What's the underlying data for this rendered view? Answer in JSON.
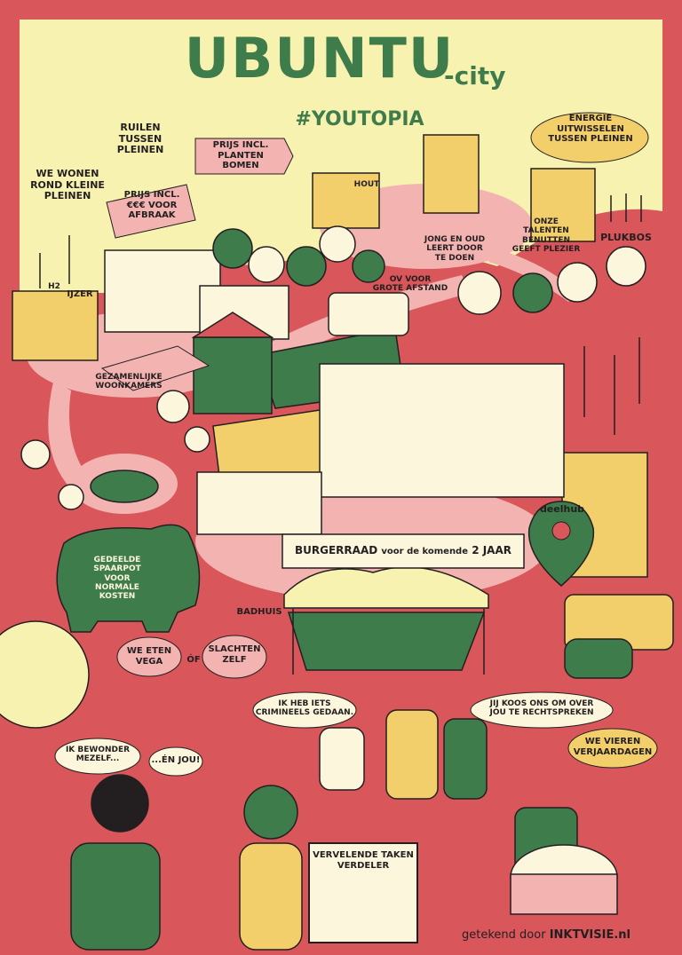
{
  "title": "UBUNTU",
  "title_suffix": "-city",
  "hashtag": "#youtopia",
  "labels": {
    "ruilen": "RUILEN\nTUSSEN\nPLEINEN",
    "prijs_planten": "PRIJS INCL.\nPLANTEN\nBOMEN",
    "prijs_afbraak": "PRIJS INCL.\n€€€ VOOR\nAFBRAAK",
    "we_wonen": "WE WONEN\nROND KLEINE\nPLEINEN",
    "energie": "ENERGIE\nUITWISSELEN\nTUSSEN PLEINEN",
    "hout": "HOUT",
    "h2": "H2",
    "ijzer": "IJZER",
    "jong_oud": "JONG EN OUD\nLEERT DOOR\nTE DOEN",
    "talenten": "ONZE\nTALENTEN\nBENUTTEN\nGEEFT PLEZIER",
    "plukbos": "PLUKBOS",
    "ov": "OV VOOR\nGROTE AFSTAND",
    "woonkamers": "GEZAMENLIJKE\nWOONKAMERS",
    "deelhub": "deelhub",
    "burgerraad_prefix": "BURGERRAAD",
    "burgerraad_mid": "voor de komende",
    "burgerraad_suffix": "2 JAAR",
    "spaarpot": "GEDEELDE\nSPAARPOT\nVOOR\nNORMALE\nKOSTEN",
    "badhuis": "BADHUIS",
    "vega": "WE ETEN\nVEGA",
    "of": "ÓF",
    "slachten": "SLACHTEN\nZELF",
    "crimineels": "IK HEB IETS\nCRIMINEELS GEDAAN.",
    "rechtspreken": "JIJ KOOS ONS OM OVER\nJOU TE RECHTSPREKEN",
    "bewonder": "IK BEWONDER\nMEZELF...",
    "en_jou": "...ÉN JOU!",
    "vieren": "WE VIEREN\nVERJAARDAGEN",
    "taken": "VERVELENDE TAKEN\nVERDELER",
    "credit_prefix": "getekend door",
    "credit_brand": "INKTVISIE.nl"
  },
  "colors": {
    "background": "#d9565a",
    "sky": "#f8f2b0",
    "green": "#3f7c4b",
    "pink": "#f2b3b1",
    "yellow": "#f3cf6b",
    "ink": "#231f20"
  }
}
